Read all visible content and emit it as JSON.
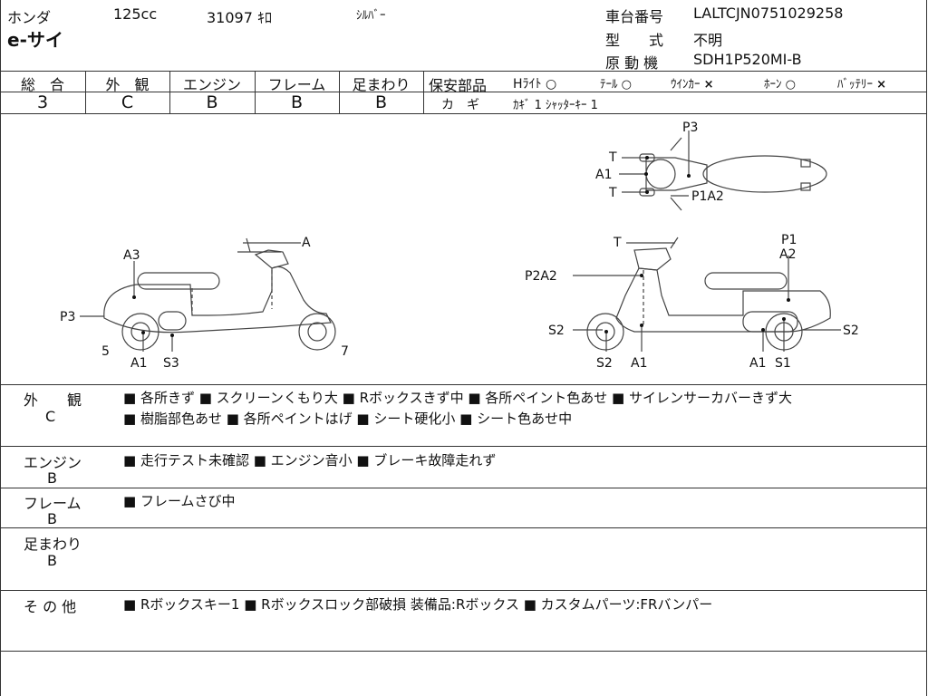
{
  "header": {
    "maker": "ホンダ",
    "model": "e-サイ",
    "displacement": "125cc",
    "mileage": "31097 ｷﾛ",
    "color": "ｼﾙﾊﾞｰ",
    "frame_no_label": "車台番号",
    "frame_no_value": "LALTCJN0751029258",
    "type_label": "型　　式",
    "type_value": "不明",
    "engine_label": "原 動 機",
    "engine_value": "SDH1P520MI-B"
  },
  "grades": {
    "overall": {
      "label": "総　合",
      "value": "3"
    },
    "exterior": {
      "label": "外　観",
      "value": "C"
    },
    "engine": {
      "label": "エンジン",
      "value": "B"
    },
    "frame": {
      "label": "フレーム",
      "value": "B"
    },
    "suspension": {
      "label": "足まわり",
      "value": "B"
    }
  },
  "safety": {
    "label": "保安部品",
    "items": [
      {
        "name": "Hﾗｲﾄ",
        "mark": "○"
      },
      {
        "name": "ﾃｰﾙ",
        "mark": "○"
      },
      {
        "name": "ｳｲﾝｶｰ",
        "mark": "×"
      },
      {
        "name": "ﾎｰﾝ",
        "mark": "○"
      },
      {
        "name": "ﾊﾞｯﾃﾘｰ",
        "mark": "×"
      }
    ],
    "key_label": "カ　ギ",
    "key_value": "ｶｷﾞ 1 ｼｬｯﾀｰｷｰ 1"
  },
  "diagram_labels": {
    "left": {
      "a": "A",
      "a3": "A3",
      "p3": "P3",
      "five": "5",
      "a1": "A1",
      "s3": "S3",
      "seven": "7"
    },
    "right": {
      "t": "T",
      "p1": "P1",
      "a2": "A2",
      "p2a2": "P2A2",
      "s2a": "S2",
      "s2b": "S2",
      "a1": "A1",
      "s2c": "S2",
      "a1b": "A1",
      "s1": "S1"
    },
    "top": {
      "p3": "P3",
      "t1": "T",
      "a1": "A1",
      "t2": "T",
      "p1a2": "P1A2"
    }
  },
  "remarks": {
    "exterior": {
      "label": "外　　観",
      "grade": "C",
      "line1": "■ 各所きず ■ スクリーンくもり大 ■ Rボックスきず中 ■ 各所ペイント色あせ ■ サイレンサーカバーきず大",
      "line2": "■ 樹脂部色あせ ■ 各所ペイントはげ ■ シート硬化小 ■ シート色あせ中"
    },
    "engine": {
      "label": "エンジン",
      "grade": "B",
      "line1": "■ 走行テスト未確認 ■ エンジン音小 ■ ブレーキ故障走れず"
    },
    "frame": {
      "label": "フレーム",
      "grade": "B",
      "line1": "■ フレームさび中"
    },
    "suspension": {
      "label": "足まわり",
      "grade": "B",
      "line1": ""
    },
    "other": {
      "label": "そ の 他",
      "line1": "■ Rボックスキー1 ■ Rボックスロック部破損 装備品:Rボックス ■ カスタムパーツ:FRバンパー"
    }
  }
}
